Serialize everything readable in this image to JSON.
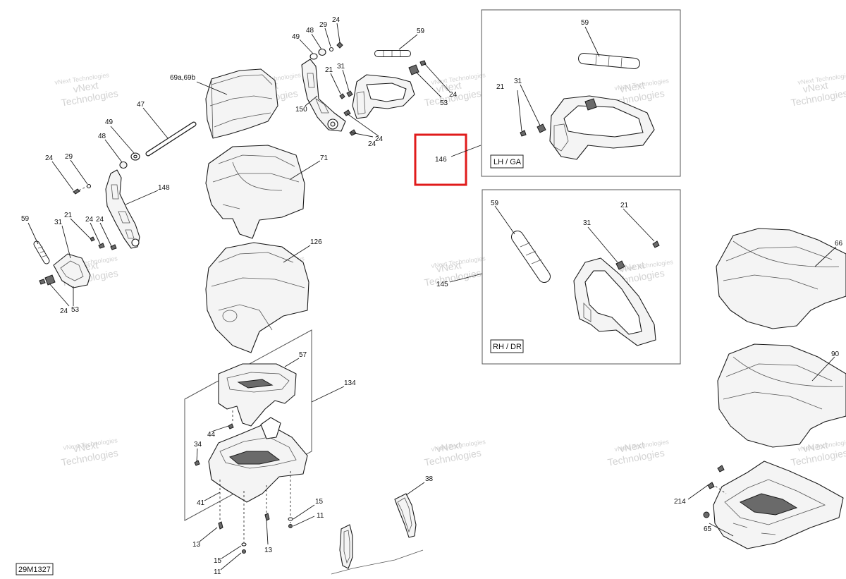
{
  "diagram_id": "29M1327",
  "callouts": {
    "c69": "69a,69b",
    "c47": "47",
    "c49a": "49",
    "c48a": "48",
    "c24a": "24",
    "c29a": "29",
    "c148": "148",
    "c59a": "59",
    "c31a": "31",
    "c21a": "21",
    "c24b": "24",
    "c24c": "24",
    "c24d": "24",
    "c53a": "53",
    "c49b": "49",
    "c48b": "48",
    "c29b": "29",
    "c24e": "24",
    "c21b": "21",
    "c31b": "31",
    "c150": "150",
    "c24f": "24",
    "c24g": "24",
    "c59b": "59",
    "c24h": "24",
    "c53b": "53",
    "c71": "71",
    "c126": "126",
    "c146": "146",
    "c145": "145",
    "c57": "57",
    "c134": "134",
    "c44": "44",
    "c34": "34",
    "c41": "41",
    "c15a": "15",
    "c11a": "11",
    "c13a": "13",
    "c13b": "13",
    "c15b": "15",
    "c11b": "11",
    "c38": "38",
    "c59c": "59",
    "c31c": "31",
    "c21c": "21",
    "c59d": "59",
    "c21d": "21",
    "c31d": "31",
    "c66": "66",
    "c90": "90",
    "c214": "214",
    "c65": "65"
  },
  "insets": {
    "lh": "LH / GA",
    "rh": "RH / DR"
  },
  "highlight": {
    "color": "#e01b1b",
    "target": "146"
  },
  "watermark": {
    "line1": "vNext",
    "line2": "Technologies",
    "full": "vNext Technologies"
  }
}
